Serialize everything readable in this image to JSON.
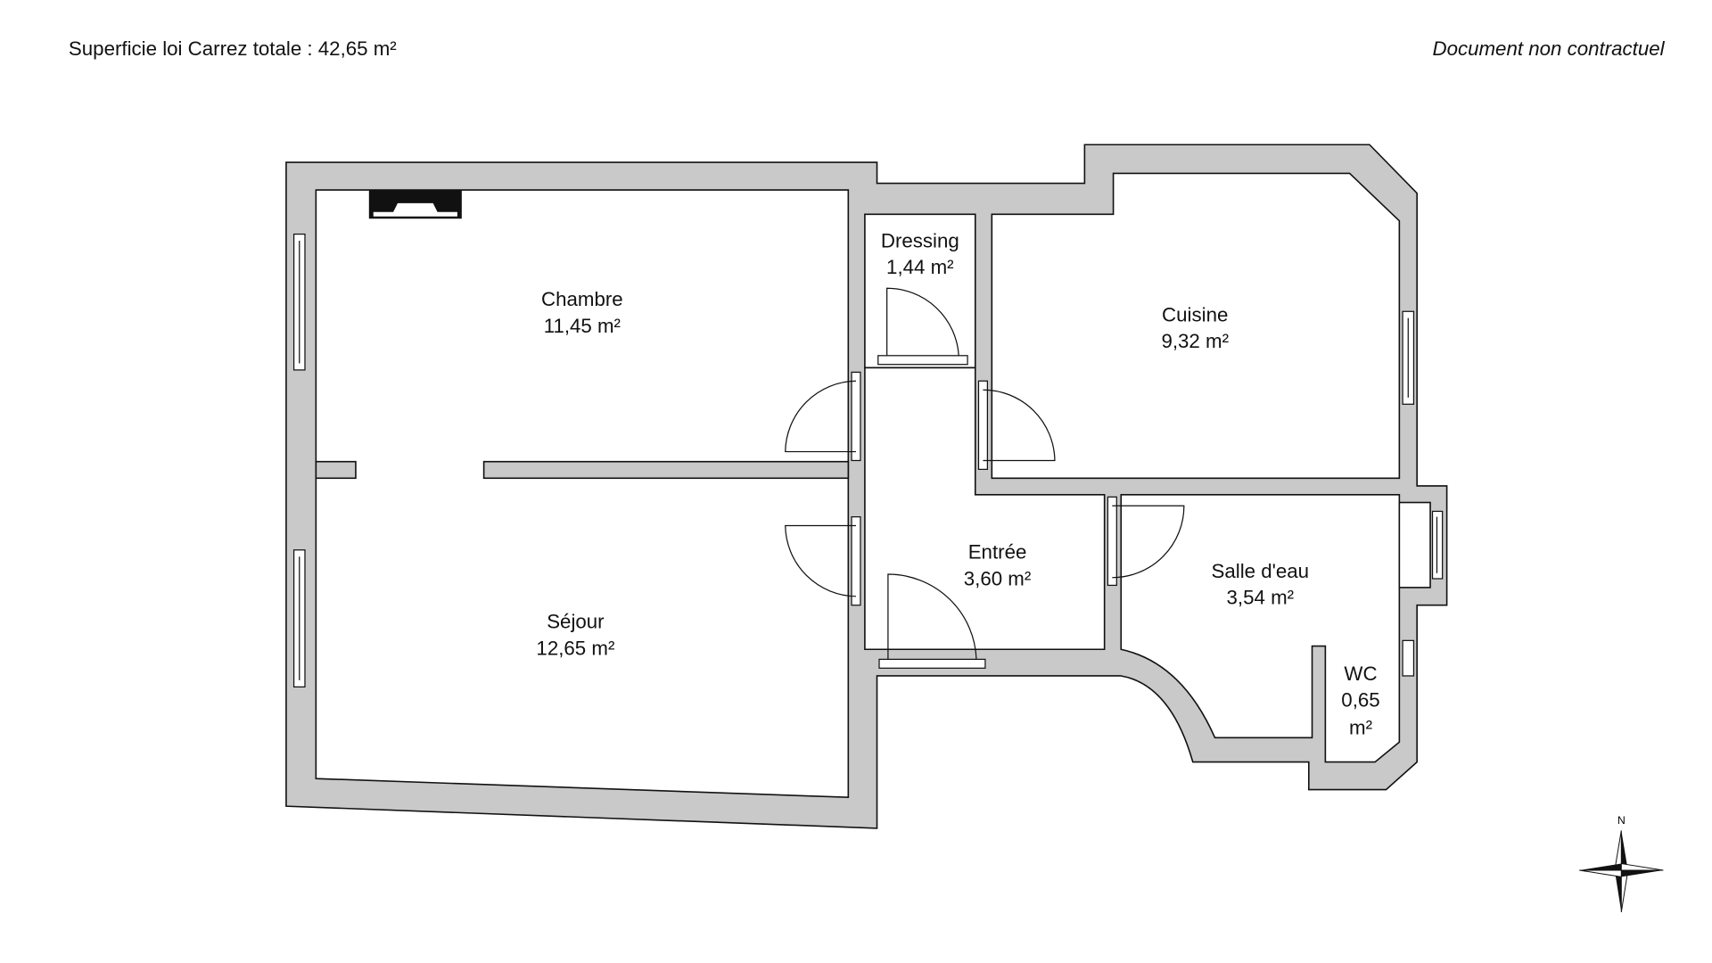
{
  "header": {
    "total_area": "Superficie loi Carrez totale :  42,65 m²",
    "disclaimer": "Document non contractuel"
  },
  "rooms": {
    "chambre": {
      "name": "Chambre",
      "area": "11,45 m²"
    },
    "dressing": {
      "name": "Dressing",
      "area": "1,44 m²"
    },
    "cuisine": {
      "name": "Cuisine",
      "area": "9,32 m²"
    },
    "entree": {
      "name": "Entrée",
      "area": "3,60 m²"
    },
    "salle_deau": {
      "name": "Salle d'eau",
      "area": "3,54 m²"
    },
    "sejour": {
      "name": "Séjour",
      "area": "12,65 m²"
    },
    "wc": {
      "name": "WC",
      "area_value": "0,65",
      "area_unit": "m²"
    }
  },
  "compass": {
    "north_label": "N"
  },
  "colors": {
    "wall": "#c9c9c9",
    "line": "#111111"
  }
}
